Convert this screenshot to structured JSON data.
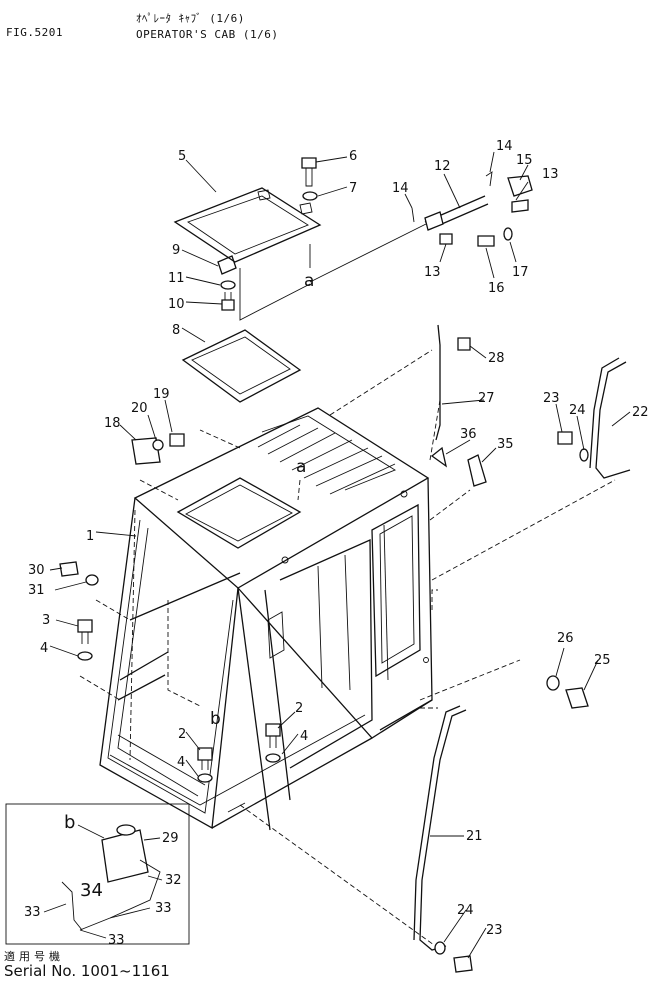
{
  "header": {
    "fig": "FIG.5201",
    "title_jp": "ｵﾍﾟﾚｰﾀ ｷｬﾌﾞ (1/6)",
    "title_en": "OPERATOR'S CAB (1/6)"
  },
  "footer": {
    "serial_label": "適用号機",
    "serial": "Serial No. 1001~1161"
  },
  "callouts": [
    {
      "id": "c1",
      "text": "1"
    },
    {
      "id": "c2a",
      "text": "2"
    },
    {
      "id": "c2b",
      "text": "2"
    },
    {
      "id": "c3",
      "text": "3"
    },
    {
      "id": "c4a",
      "text": "4"
    },
    {
      "id": "c4b",
      "text": "4"
    },
    {
      "id": "c4c",
      "text": "4"
    },
    {
      "id": "c5",
      "text": "5"
    },
    {
      "id": "c6",
      "text": "6"
    },
    {
      "id": "c7",
      "text": "7"
    },
    {
      "id": "c8",
      "text": "8"
    },
    {
      "id": "c9",
      "text": "9"
    },
    {
      "id": "c10",
      "text": "10"
    },
    {
      "id": "c11",
      "text": "11"
    },
    {
      "id": "c12",
      "text": "12"
    },
    {
      "id": "c13a",
      "text": "13"
    },
    {
      "id": "c13b",
      "text": "13"
    },
    {
      "id": "c14a",
      "text": "14"
    },
    {
      "id": "c14b",
      "text": "14"
    },
    {
      "id": "c15",
      "text": "15"
    },
    {
      "id": "c16",
      "text": "16"
    },
    {
      "id": "c17",
      "text": "17"
    },
    {
      "id": "c18",
      "text": "18"
    },
    {
      "id": "c19",
      "text": "19"
    },
    {
      "id": "c20",
      "text": "20"
    },
    {
      "id": "c21",
      "text": "21"
    },
    {
      "id": "c22",
      "text": "22"
    },
    {
      "id": "c23a",
      "text": "23"
    },
    {
      "id": "c23b",
      "text": "23"
    },
    {
      "id": "c24a",
      "text": "24"
    },
    {
      "id": "c24b",
      "text": "24"
    },
    {
      "id": "c25",
      "text": "25"
    },
    {
      "id": "c26",
      "text": "26"
    },
    {
      "id": "c27",
      "text": "27"
    },
    {
      "id": "c28",
      "text": "28"
    },
    {
      "id": "c29",
      "text": "29"
    },
    {
      "id": "c30",
      "text": "30"
    },
    {
      "id": "c31",
      "text": "31"
    },
    {
      "id": "c32",
      "text": "32"
    },
    {
      "id": "c33a",
      "text": "33"
    },
    {
      "id": "c33b",
      "text": "33"
    },
    {
      "id": "c33c",
      "text": "33"
    },
    {
      "id": "c34",
      "text": "34"
    },
    {
      "id": "c35",
      "text": "35"
    },
    {
      "id": "c36",
      "text": "36"
    },
    {
      "id": "ra1",
      "text": "a"
    },
    {
      "id": "ra2",
      "text": "a"
    },
    {
      "id": "rb1",
      "text": "b"
    },
    {
      "id": "rb2",
      "text": "b"
    }
  ]
}
